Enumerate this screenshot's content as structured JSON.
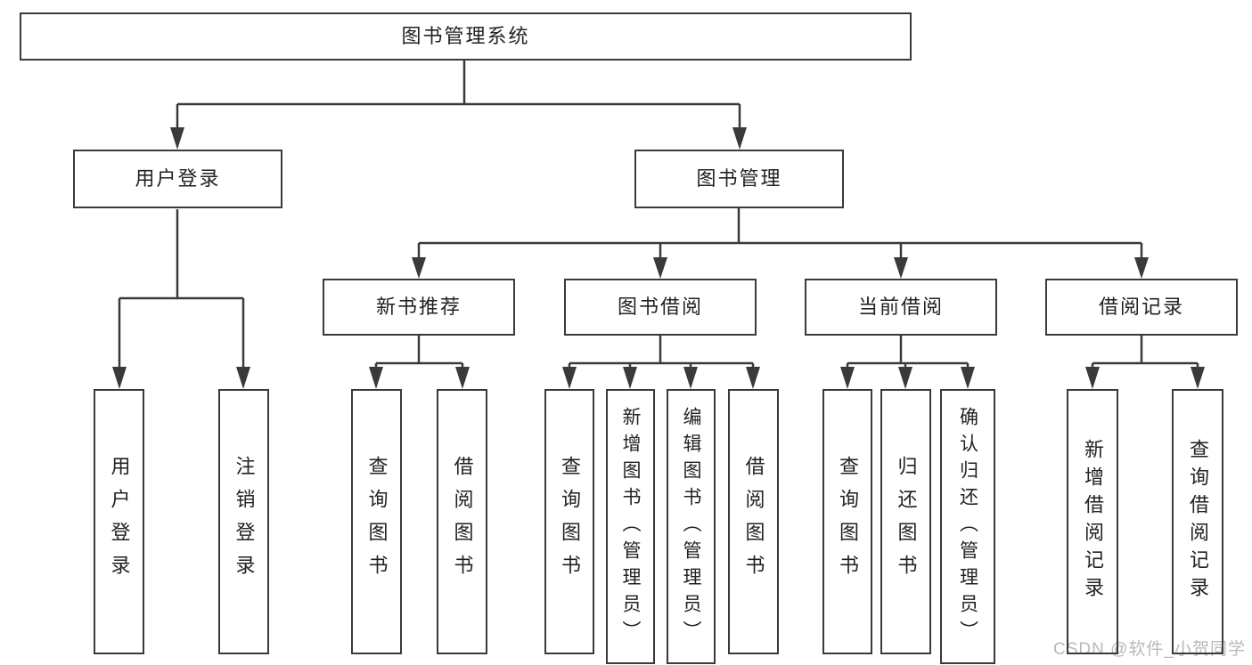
{
  "nodes": {
    "root": "图书管理系统",
    "user_login": "用户登录",
    "book_management": "图书管理",
    "new_book_recommend": "新书推荐",
    "book_borrowing": "图书借阅",
    "current_borrowing": "当前借阅",
    "borrowing_records": "借阅记录",
    "leaf_user_login": "用户登录",
    "leaf_logout": "注销登录",
    "nbr_query_books": "查询图书",
    "nbr_borrow_books": "借阅图书",
    "bb_query_books": "查询图书",
    "bb_add_books_admin": "新增图书（管理员）",
    "bb_edit_books_admin": "编辑图书（管理员）",
    "bb_borrow_books": "借阅图书",
    "cb_query_books": "查询图书",
    "cb_return_books": "归还图书",
    "cb_confirm_return_admin": "确认归还（管理员）",
    "br_add_record": "新增借阅记录",
    "br_query_record": "查询借阅记录"
  },
  "watermark": "CSDN @软件_小贺同学",
  "colors": {
    "line": "#3a3a3a",
    "text": "#222222",
    "watermark": "#b9b9b9",
    "background": "#ffffff"
  }
}
